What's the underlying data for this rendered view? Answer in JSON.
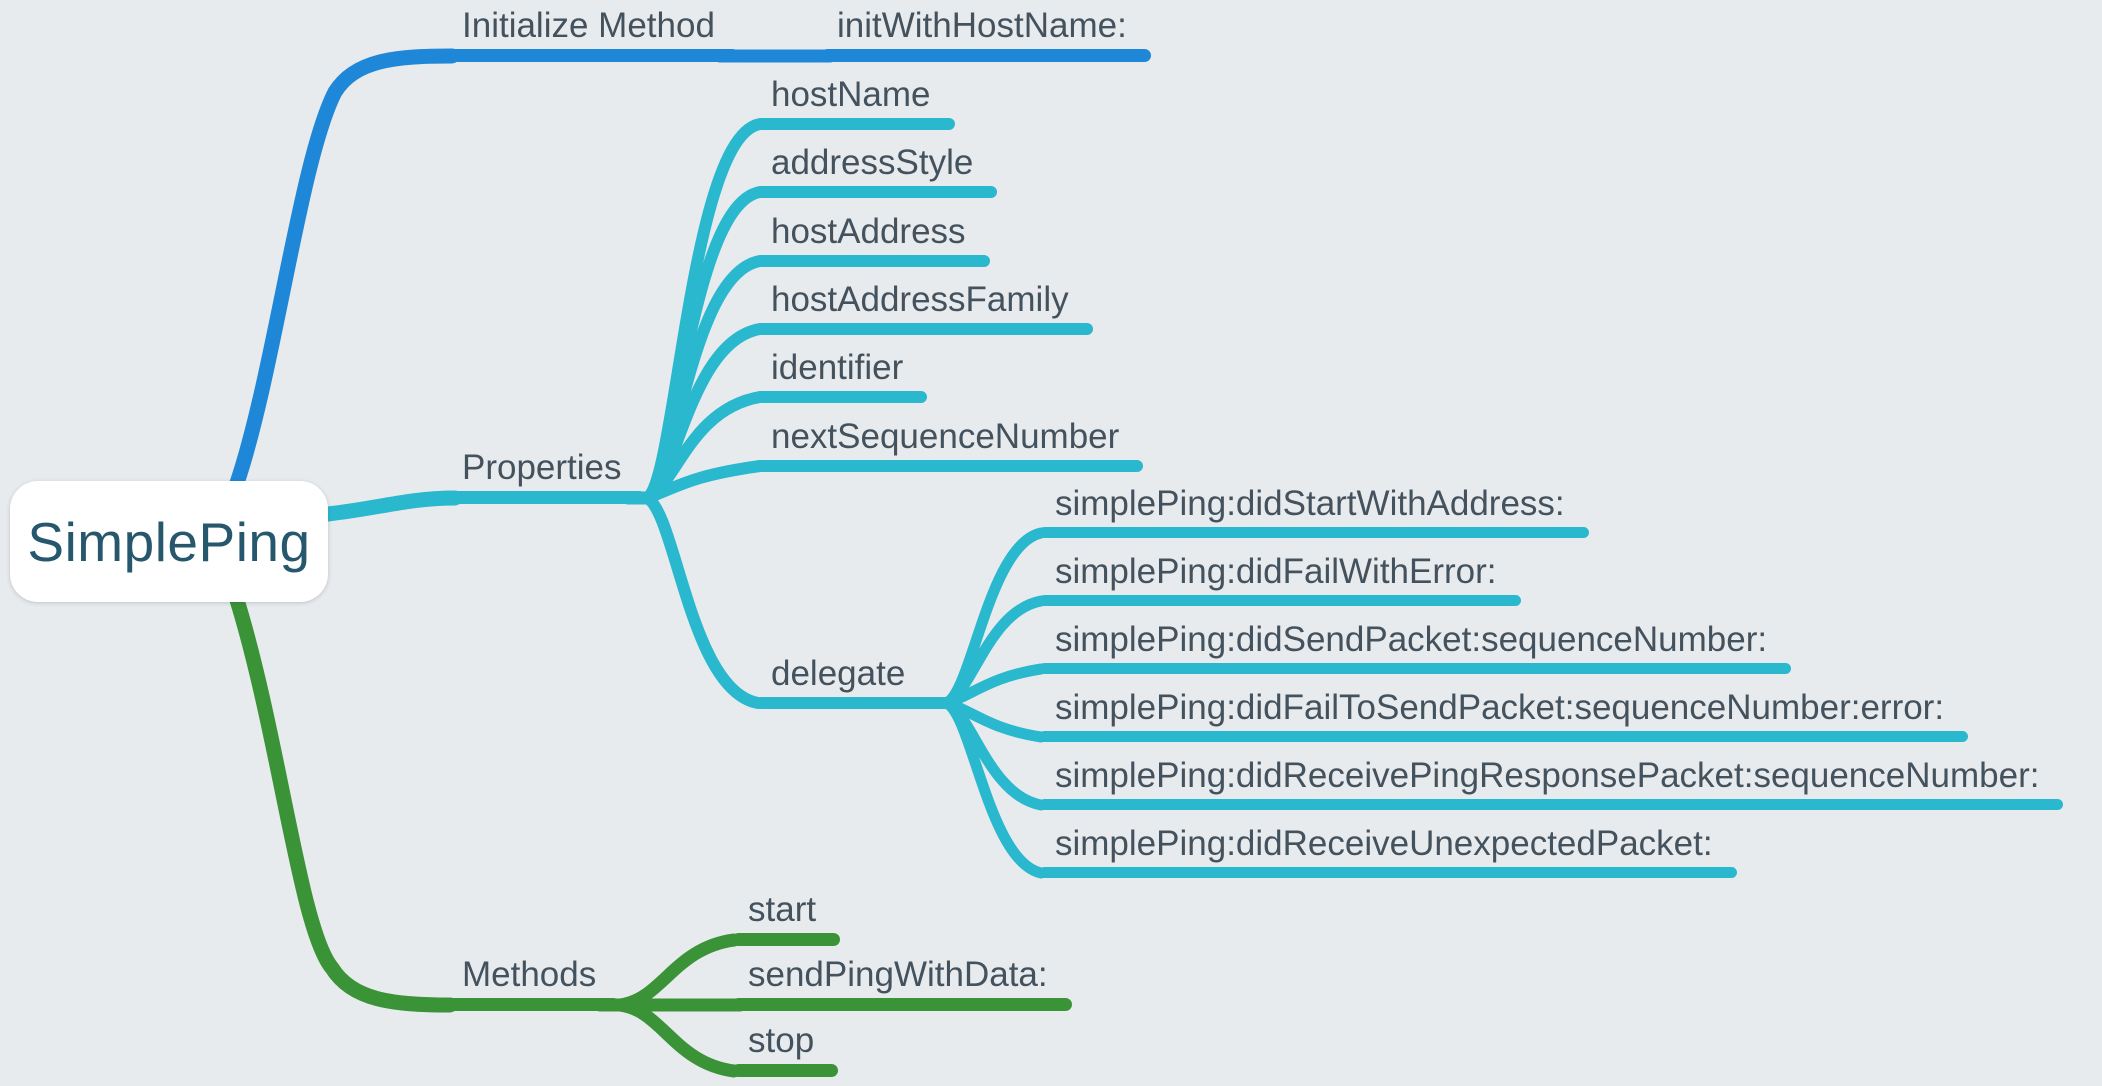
{
  "app": {
    "type": "mind-map"
  },
  "canvas": {
    "background": "#e8ebee",
    "label_color": "#44525e"
  },
  "root": {
    "label": "SimplePing",
    "text_color": "#26576c",
    "box_color": "#ffffff"
  },
  "branches": [
    {
      "label": "Initialize Method",
      "color": "#1e87d8",
      "children": [
        {
          "label": "initWithHostName:"
        }
      ]
    },
    {
      "label": "Properties",
      "color": "#2ab8ce",
      "children": [
        {
          "label": "hostName"
        },
        {
          "label": "addressStyle"
        },
        {
          "label": "hostAddress"
        },
        {
          "label": "hostAddressFamily"
        },
        {
          "label": "identifier"
        },
        {
          "label": "nextSequenceNumber"
        },
        {
          "label": "delegate",
          "children": [
            {
              "label": "simplePing:didStartWithAddress:"
            },
            {
              "label": "simplePing:didFailWithError:"
            },
            {
              "label": "simplePing:didSendPacket:sequenceNumber:"
            },
            {
              "label": "simplePing:didFailToSendPacket:sequenceNumber:error:"
            },
            {
              "label": "simplePing:didReceivePingResponsePacket:sequenceNumber:"
            },
            {
              "label": "simplePing:didReceiveUnexpectedPacket:"
            }
          ]
        }
      ]
    },
    {
      "label": "Methods",
      "color": "#3b9338",
      "children": [
        {
          "label": "start"
        },
        {
          "label": "sendPingWithData:"
        },
        {
          "label": "stop"
        }
      ]
    }
  ]
}
